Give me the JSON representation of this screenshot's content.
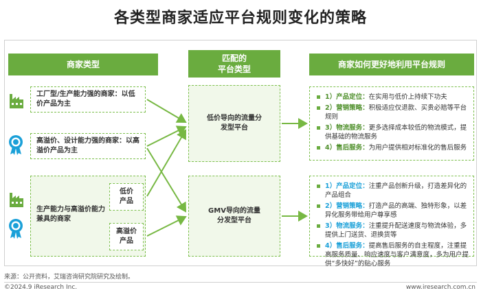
{
  "title": "各类型商家适应平台规则变化的策略",
  "headers": {
    "merchant_type": "商家类型",
    "platform_type_line1": "匹配的",
    "platform_type_line2": "平台类型",
    "strategy": "商家如何更好地利用平台规则"
  },
  "merchants": {
    "factory": "工厂型/生产能力强的商家：以低价产品为主",
    "design": "高溢价、设计能力强的商家：以高溢价产品为主",
    "both": "生产能力与高溢价能力兼具的商家",
    "both_sub1": "低价产品",
    "both_sub2": "高溢价产品"
  },
  "platforms": {
    "low_price": "低价导向的流量分发型平台",
    "gmv": "GMV导向的流量分发型平台"
  },
  "strategies_low": [
    {
      "label": "1）产品定位：",
      "text": "在实用与低价上持续下功夫"
    },
    {
      "label": "2）营销策略：",
      "text": "积极适应仅退款、买贵必赔等平台规则"
    },
    {
      "label": "3）物流服务：",
      "text": "更多选择成本较低的物流模式，提供基础的物流服务"
    },
    {
      "label": "4）售后服务：",
      "text": "为用户提供相对标准化的售后服务"
    }
  ],
  "strategies_gmv": [
    {
      "label": "1）产品定位：",
      "text": "注重产品创新升级，打造差异化的产品组合"
    },
    {
      "label": "2）营销策略：",
      "text": "打造产品的高端、独特形象，以差异化服务带给用户尊享感"
    },
    {
      "label": "3）物流服务：",
      "text": "注重提升配送速度与物流体验，多提供上门送货、退换货等"
    },
    {
      "label": "4）售后服务：",
      "text": "提高售后服务的自主程度，注重提高服务质量、响应速度与客户满意度，多为用户提供“多快好”的贴心服务"
    }
  ],
  "footer": {
    "source": "来源：公开资料，艾瑞咨询研究院研究及绘制。",
    "copyright": "©2024.9 iResearch Inc.",
    "website": "www.iresearch.com.cn"
  },
  "icons": [
    "factory-icon",
    "award-icon"
  ],
  "colors": {
    "green": "#6aac3f",
    "blue": "#1aa0d8",
    "arrow": "#77b843"
  }
}
